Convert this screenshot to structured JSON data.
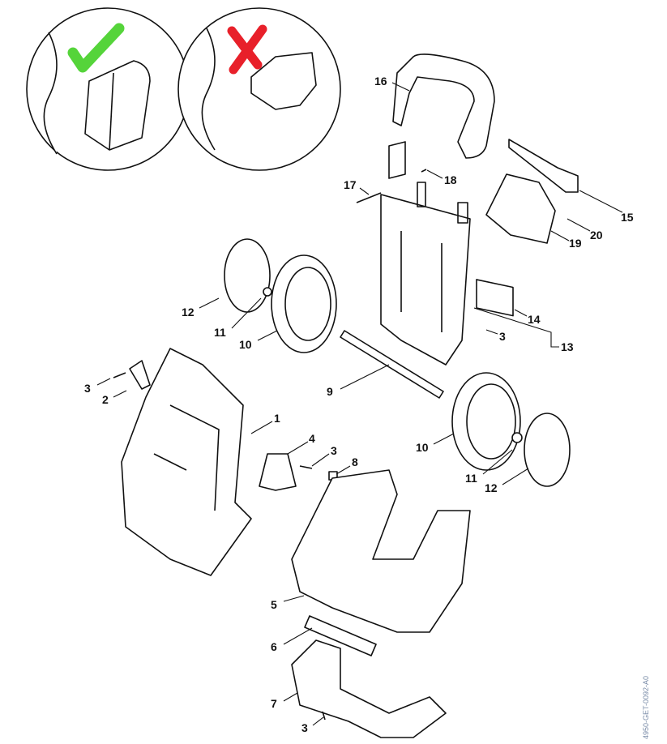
{
  "diagram": {
    "drawing_code": "4950-GET-0092-A0",
    "callouts": {
      "c1": "1",
      "c2": "2",
      "c3a": "3",
      "c3b": "3",
      "c3c": "3",
      "c3d": "3",
      "c4": "4",
      "c5": "5",
      "c6": "6",
      "c7": "7",
      "c8": "8",
      "c9": "9",
      "c10a": "10",
      "c10b": "10",
      "c11a": "11",
      "c11b": "11",
      "c12a": "12",
      "c12b": "12",
      "c13": "13",
      "c14": "14",
      "c15": "15",
      "c16": "16",
      "c17": "17",
      "c18": "18",
      "c19": "19",
      "c20": "20"
    },
    "colors": {
      "correct": "#55d43a",
      "incorrect": "#e8202a"
    },
    "insets": [
      {
        "icon": "check-icon"
      },
      {
        "icon": "cross-icon"
      }
    ]
  }
}
